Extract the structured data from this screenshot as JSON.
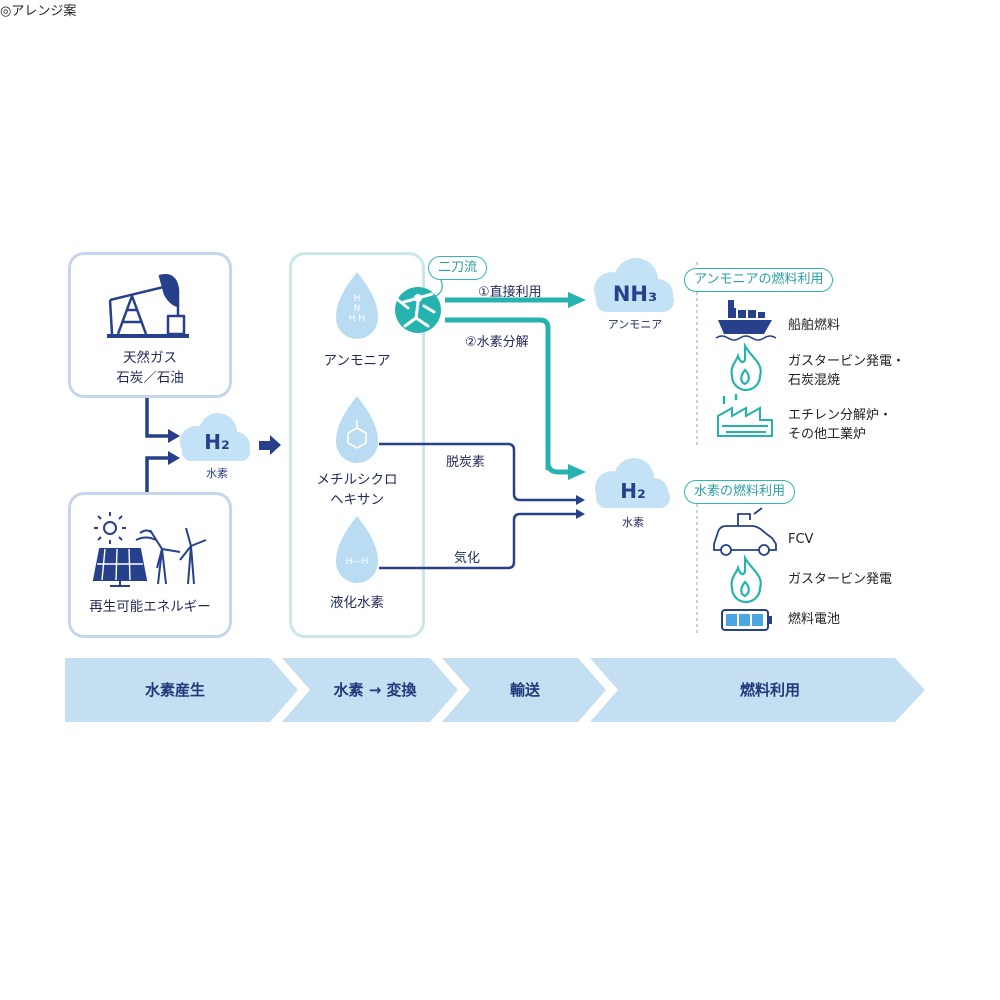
{
  "note": "◎アレンジ案",
  "sources": {
    "fossil_label": "天然ガス\n石炭／石油",
    "renewable_label": "再生可能エネルギー"
  },
  "h2_center": {
    "formula": "H₂",
    "label": "水素"
  },
  "carriers": {
    "ammonia": {
      "label": "アンモニア",
      "glyph": "H\nN\nH  H"
    },
    "mch": {
      "label": "メチルシクロ\nヘキサン"
    },
    "liquid_h2": {
      "label": "液化水素",
      "glyph": "H—H"
    }
  },
  "mascot_pill": "二刀流",
  "routes": {
    "direct": "①直接利用",
    "split": "②水素分解",
    "dehydro": "脱炭素",
    "gasify": "気化"
  },
  "nh3_node": {
    "formula": "NH₃",
    "label": "アンモニア"
  },
  "h2_node": {
    "formula": "H₂",
    "label": "水素"
  },
  "ammonia_use": {
    "title": "アンモニアの燃料利用",
    "items": [
      {
        "icon": "ship-icon",
        "label": "船舶燃料"
      },
      {
        "icon": "flame-icon",
        "label": "ガスタービン発電・\n石炭混焼"
      },
      {
        "icon": "factory-icon",
        "label": "エチレン分解炉・\nその他工業炉"
      }
    ]
  },
  "hydrogen_use": {
    "title": "水素の燃料利用",
    "items": [
      {
        "icon": "fcv-car-icon",
        "label": "FCV"
      },
      {
        "icon": "flame-icon",
        "label": "ガスタービン発電"
      },
      {
        "icon": "battery-icon",
        "label": "燃料電池"
      }
    ]
  },
  "stages": [
    "水素産生",
    "水素 → 変換",
    "輸送",
    "燃料利用"
  ],
  "colors": {
    "navy": "#26408b",
    "teal": "#25b3b0",
    "band": "#c4def2",
    "box_border": "#c5d6ec",
    "drop": "#b9dcf2"
  }
}
